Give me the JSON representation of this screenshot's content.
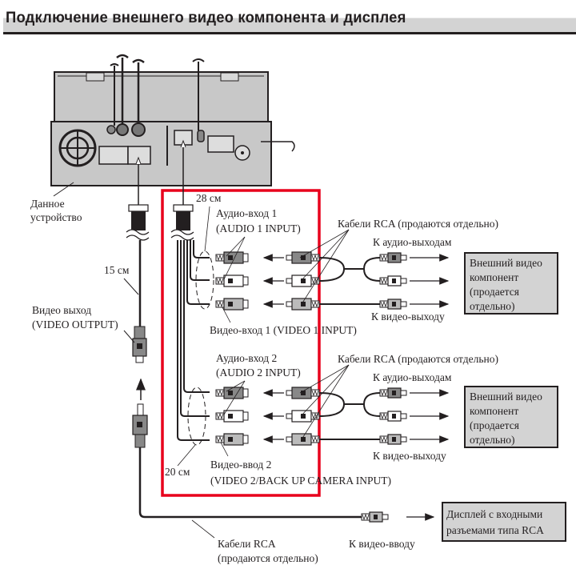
{
  "title": "Подключение внешнего видео компонента и дисплея",
  "colors": {
    "highlight_frame": "#e8001c",
    "unit_body": "#c8c8c8",
    "box_fill": "#d3d3d3",
    "line": "#231f20"
  },
  "labels": {
    "this_unit_line1": "Данное",
    "this_unit_line2": "устройство",
    "len_15": "15 см",
    "len_28": "28 см",
    "len_20": "20 см",
    "video_output_line1": "Видео выход",
    "video_output_line2": "(VIDEO OUTPUT)",
    "audio_in1_line1": "Аудио-вход 1",
    "audio_in1_line2": "(AUDIO 1 INPUT)",
    "video_in1": "Видео-вход 1 (VIDEO 1 INPUT)",
    "audio_in2_line1": "Аудио-вход 2",
    "audio_in2_line2": "(AUDIO 2 INPUT)",
    "video_in2_line1": "Видео-ввод 2",
    "video_in2_line2": "(VIDEO 2/BACK UP CAMERA INPUT)",
    "rca_cables_1": "Кабели RCA (продаются отдельно)",
    "rca_cables_2": "Кабели RCA (продаются отдельно)",
    "to_audio_out_1": "К аудио-выходам",
    "to_video_out_1": "К видео-выходу",
    "to_audio_out_2": "К аудио-выходам",
    "to_video_out_2": "К видео-выходу",
    "rca_bottom_line1": "Кабели RCA",
    "rca_bottom_line2": "(продаются отдельно)",
    "to_video_in": "К видео-вводу"
  },
  "boxes": {
    "external_1": [
      "Внешний видео",
      "компонент",
      "(продается",
      "отдельно)"
    ],
    "external_2": [
      "Внешний видео",
      "компонент",
      "(продается",
      "отдельно)"
    ],
    "display": [
      "Дисплей с входными",
      "разъемами типа RCA"
    ]
  }
}
